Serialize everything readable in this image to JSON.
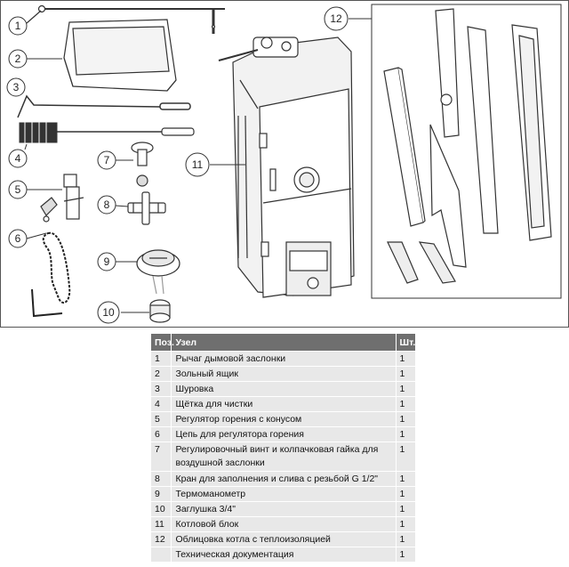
{
  "diagram": {
    "callouts": [
      "1",
      "2",
      "3",
      "4",
      "5",
      "6",
      "7",
      "8",
      "9",
      "10",
      "11",
      "12"
    ]
  },
  "table": {
    "headers": {
      "pos": "Поз.",
      "name": "Узел",
      "qty": "Шт."
    },
    "rows": [
      {
        "pos": "1",
        "name": "Рычаг дымовой заслонки",
        "qty": "1"
      },
      {
        "pos": "2",
        "name": "Зольный ящик",
        "qty": "1"
      },
      {
        "pos": "3",
        "name": "Шуровка",
        "qty": "1"
      },
      {
        "pos": "4",
        "name": "Щётка для чистки",
        "qty": "1"
      },
      {
        "pos": "5",
        "name": "Регулятор горения с конусом",
        "qty": "1"
      },
      {
        "pos": "6",
        "name": "Цепь для регулятора горения",
        "qty": "1"
      },
      {
        "pos": "7",
        "name": "Регулировочный винт и колпачковая гайка для воздушной заслонки",
        "qty": "1"
      },
      {
        "pos": "8",
        "name": "Кран для заполнения и слива с резьбой G 1/2\"",
        "qty": "1"
      },
      {
        "pos": "9",
        "name": "Термоманометр",
        "qty": "1"
      },
      {
        "pos": "10",
        "name": "Заглушка 3/4\"",
        "qty": "1"
      },
      {
        "pos": "11",
        "name": "Котловой блок",
        "qty": "1"
      },
      {
        "pos": "12",
        "name": "Облицовка котла с теплоизоляцией",
        "qty": "1"
      },
      {
        "pos": "",
        "name": "Техническая документация",
        "qty": "1"
      }
    ]
  }
}
